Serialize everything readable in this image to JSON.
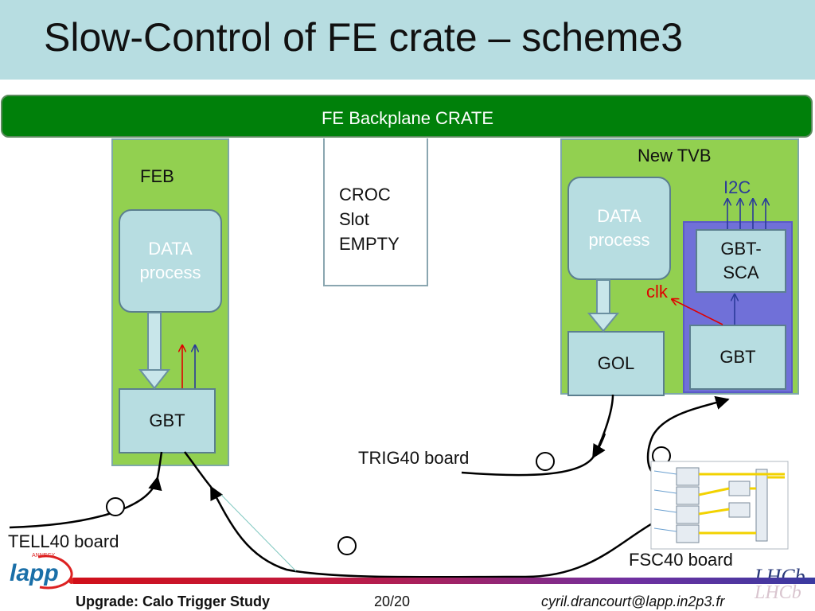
{
  "title": "Slow-Control of FE crate – scheme3",
  "crate": {
    "label": "FE Backplane CRATE"
  },
  "feb": {
    "label": "FEB",
    "data_process": "DATA process",
    "gbt": "GBT"
  },
  "croc": {
    "line1": "CROC",
    "line2": "Slot",
    "line3": "EMPTY"
  },
  "tvb": {
    "label": "New TVB",
    "data_process": "DATA process",
    "gol": "GOL",
    "i2c": "I2C",
    "gbt_sca_line1": "GBT-",
    "gbt_sca_line2": "SCA",
    "clk": "clk",
    "gbt": "GBT"
  },
  "boards": {
    "trig40": "TRIG40 board",
    "tell40": "TELL40 board",
    "fsc40": "FSC40 board"
  },
  "logos": {
    "lapp": "lapp",
    "lapp_small": "ANNECY",
    "lhcb": "LHCb"
  },
  "footer": {
    "left": "Upgrade: Calo Trigger Study",
    "page": "20/20",
    "email": "cyril.drancourt@lapp.in2p3.fr"
  },
  "colors": {
    "title_bg": "#b7dde1",
    "crate": "#00800a",
    "board": "#92d050",
    "box": "#b7dde1",
    "gbt_region": "#7070d8",
    "clk": "#e00000",
    "arrow_blue": "#2a3a9a"
  }
}
